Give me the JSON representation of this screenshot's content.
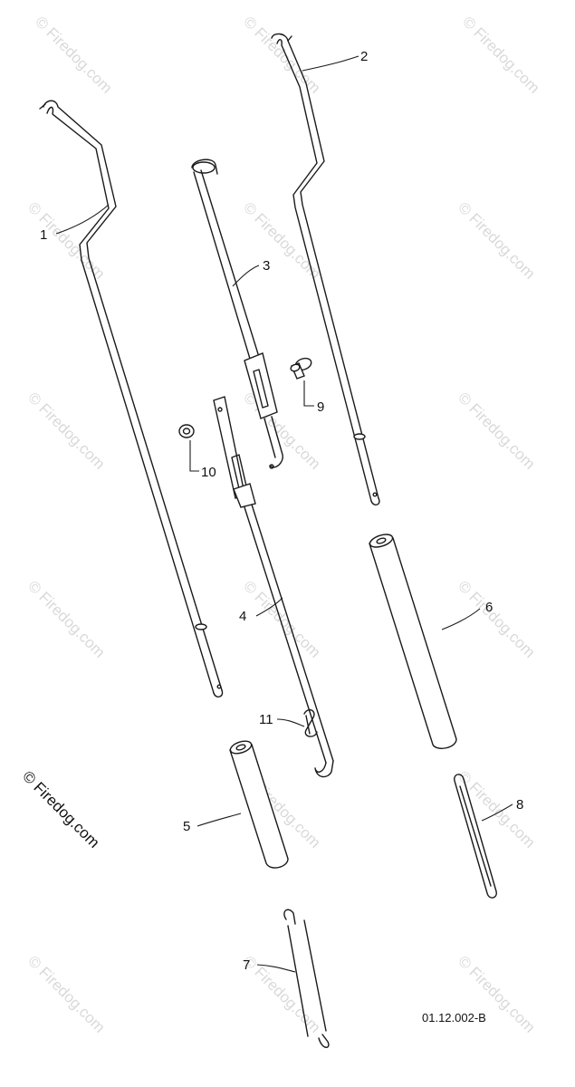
{
  "watermark_text": "© Firedog.com",
  "copyright_text": "© Firedog.com",
  "drawing_code": "01.12.002-B",
  "callouts": {
    "c1": "1",
    "c2": "2",
    "c3": "3",
    "c4": "4",
    "c5": "5",
    "c6": "6",
    "c7": "7",
    "c8": "8",
    "c9": "9",
    "c10": "10",
    "c11": "11"
  }
}
